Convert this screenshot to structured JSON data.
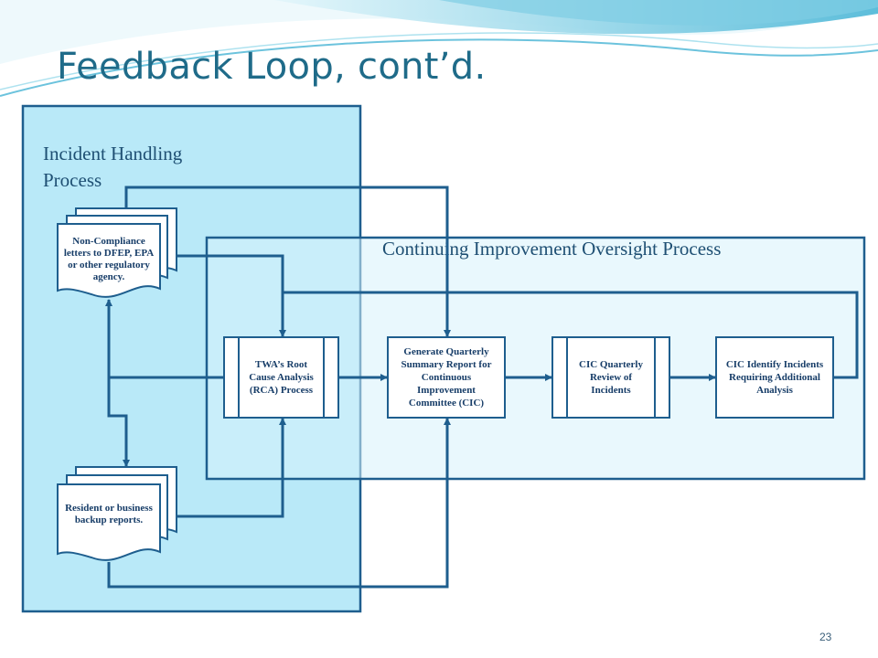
{
  "slide": {
    "title": "Feedback Loop, cont’d.",
    "page_number": "23"
  },
  "regions": {
    "incident_handling": "Incident Handling Process",
    "ciop": "Continuing Improvement Oversight Process"
  },
  "documents": {
    "non_compliance": "Non-Compliance letters to DFEP, EPA or other regulatory agency.",
    "resident": "Resident or business backup reports."
  },
  "processes": {
    "rca": "TWA’s Root Cause Analysis (RCA) Process",
    "generate": "Generate Quarterly Summary Report for Continuous Improvement Committee (CIC)",
    "cic_review": "CIC Quarterly Review of Incidents",
    "cic_identify": "CIC Identify Incidents Requiring Additional Analysis"
  },
  "colors": {
    "title": "#1f6b89",
    "incident_region_fill": "#b9e9f8",
    "ciop_region_fill": "#d7f3fb",
    "line": "#1e5e8e"
  }
}
